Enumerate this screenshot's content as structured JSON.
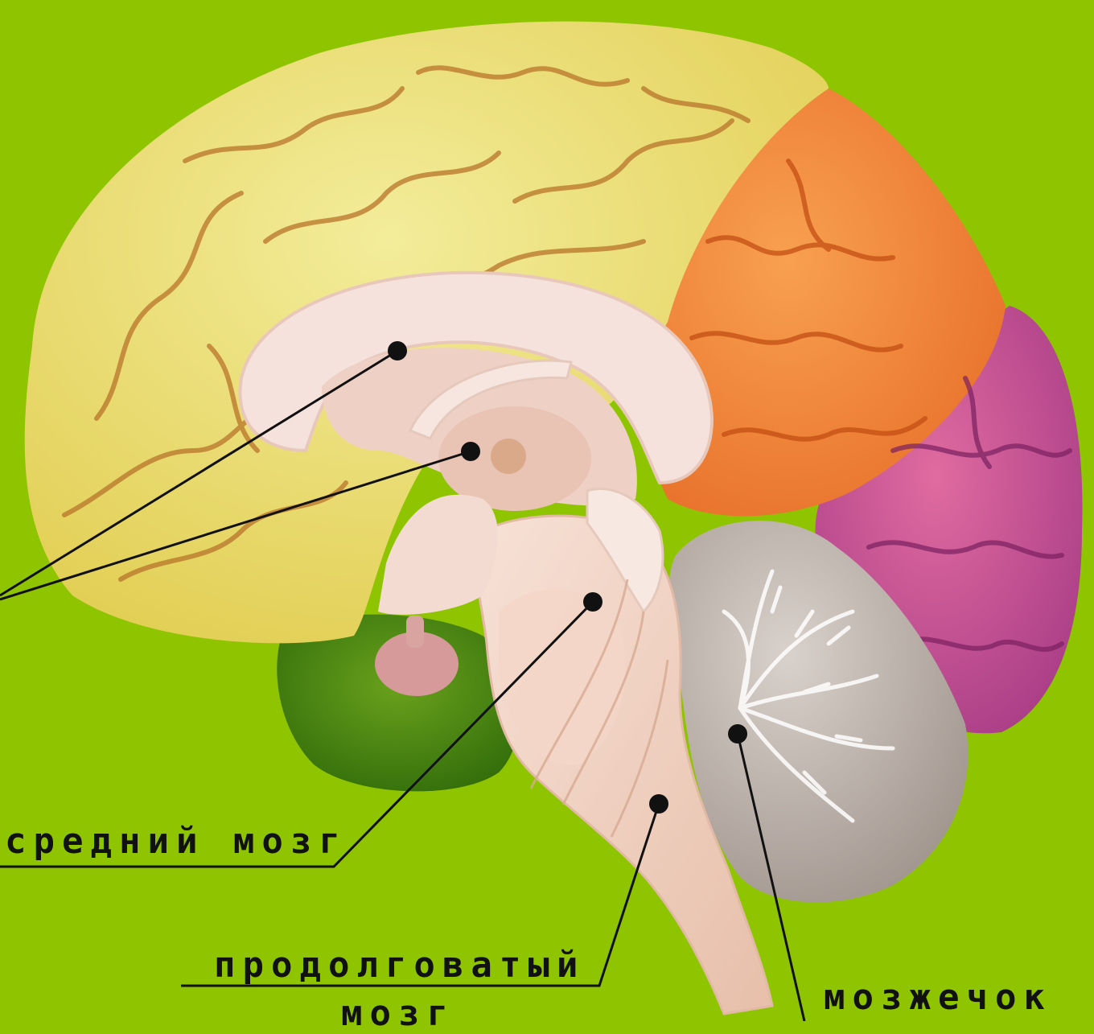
{
  "labels": {
    "midbrain": "средний мозг",
    "medulla_line1": "продолговатый",
    "medulla_line2": "мозг",
    "cerebellum": "мозжечок"
  },
  "colors": {
    "background": "#8fc400",
    "frontal_lobe": "#ece27a",
    "parietal_lobe": "#f2883a",
    "occipital_lobe": "#c8487e",
    "cerebellum": "#c9bfb8",
    "brainstem": "#f1d2c3",
    "corpus_callosum": "#f6e2dc",
    "pointer": "#111111"
  }
}
